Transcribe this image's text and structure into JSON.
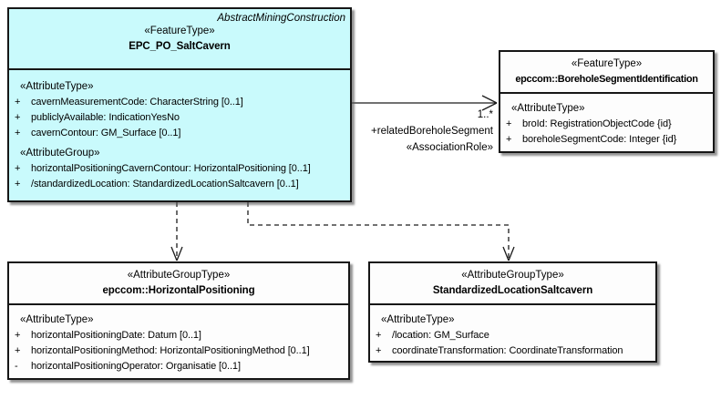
{
  "colors": {
    "background": "#ffffff",
    "feature_fill_cyan": "#c9fafc",
    "plain_fill": "#fdfdfd",
    "border": "#161616",
    "line": "#1c1c1c"
  },
  "classes": {
    "epc_po_saltcavern": {
      "parent": "AbstractMiningConstruction",
      "stereotype": "«FeatureType»",
      "name": "EPC_PO_SaltCavern",
      "fill": "#c9fafc",
      "heading_attribute_type": "«AttributeType»",
      "heading_attribute_group": "«AttributeGroup»",
      "attributes": [
        {
          "vis": "+",
          "text": "cavernMeasurementCode: CharacterString [0..1]"
        },
        {
          "vis": "+",
          "text": "publiclyAvailable: IndicationYesNo"
        },
        {
          "vis": "+",
          "text": "cavernContour: GM_Surface [0..1]"
        }
      ],
      "attribute_groups": [
        {
          "vis": "+",
          "text": "horizontalPositioningCavernContour: HorizontalPositioning [0..1]"
        },
        {
          "vis": "+",
          "text": "/standardizedLocation: StandardizedLocationSaltcavern [0..1]"
        }
      ]
    },
    "borehole_segment_identification": {
      "stereotype": "«FeatureType»",
      "name": "epccom::BoreholeSegmentIdentification",
      "fill": "#fdfdfd",
      "heading_attribute_type": "«AttributeType»",
      "attributes": [
        {
          "vis": "+",
          "text": "broId: RegistrationObjectCode {id}"
        },
        {
          "vis": "+",
          "text": "boreholeSegmentCode: Integer {id}"
        }
      ]
    },
    "horizontal_positioning": {
      "stereotype": "«AttributeGroupType»",
      "name": "epccom::HorizontalPositioning",
      "fill": "#fdfdfd",
      "heading_attribute_type": "«AttributeType»",
      "attributes": [
        {
          "vis": "+",
          "text": "horizontalPositioningDate: Datum [0..1]"
        },
        {
          "vis": "+",
          "text": "horizontalPositioningMethod: HorizontalPositioningMethod [0..1]"
        },
        {
          "vis": "-",
          "text": "horizontalPositioningOperator: Organisatie [0..1]"
        }
      ]
    },
    "standardized_location_saltcavern": {
      "stereotype": "«AttributeGroupType»",
      "name": "StandardizedLocationSaltcavern",
      "fill": "#fdfdfd",
      "heading_attribute_type": "«AttributeType»",
      "attributes": [
        {
          "vis": "+",
          "text": "/location: GM_Surface"
        },
        {
          "vis": "+",
          "text": "coordinateTransformation: CoordinateTransformation"
        }
      ]
    }
  },
  "connectors": {
    "related_borehole_segment": {
      "multiplicity": "1..*",
      "role": "+relatedBoreholeSegment",
      "stereotype": "«AssociationRole»"
    }
  }
}
